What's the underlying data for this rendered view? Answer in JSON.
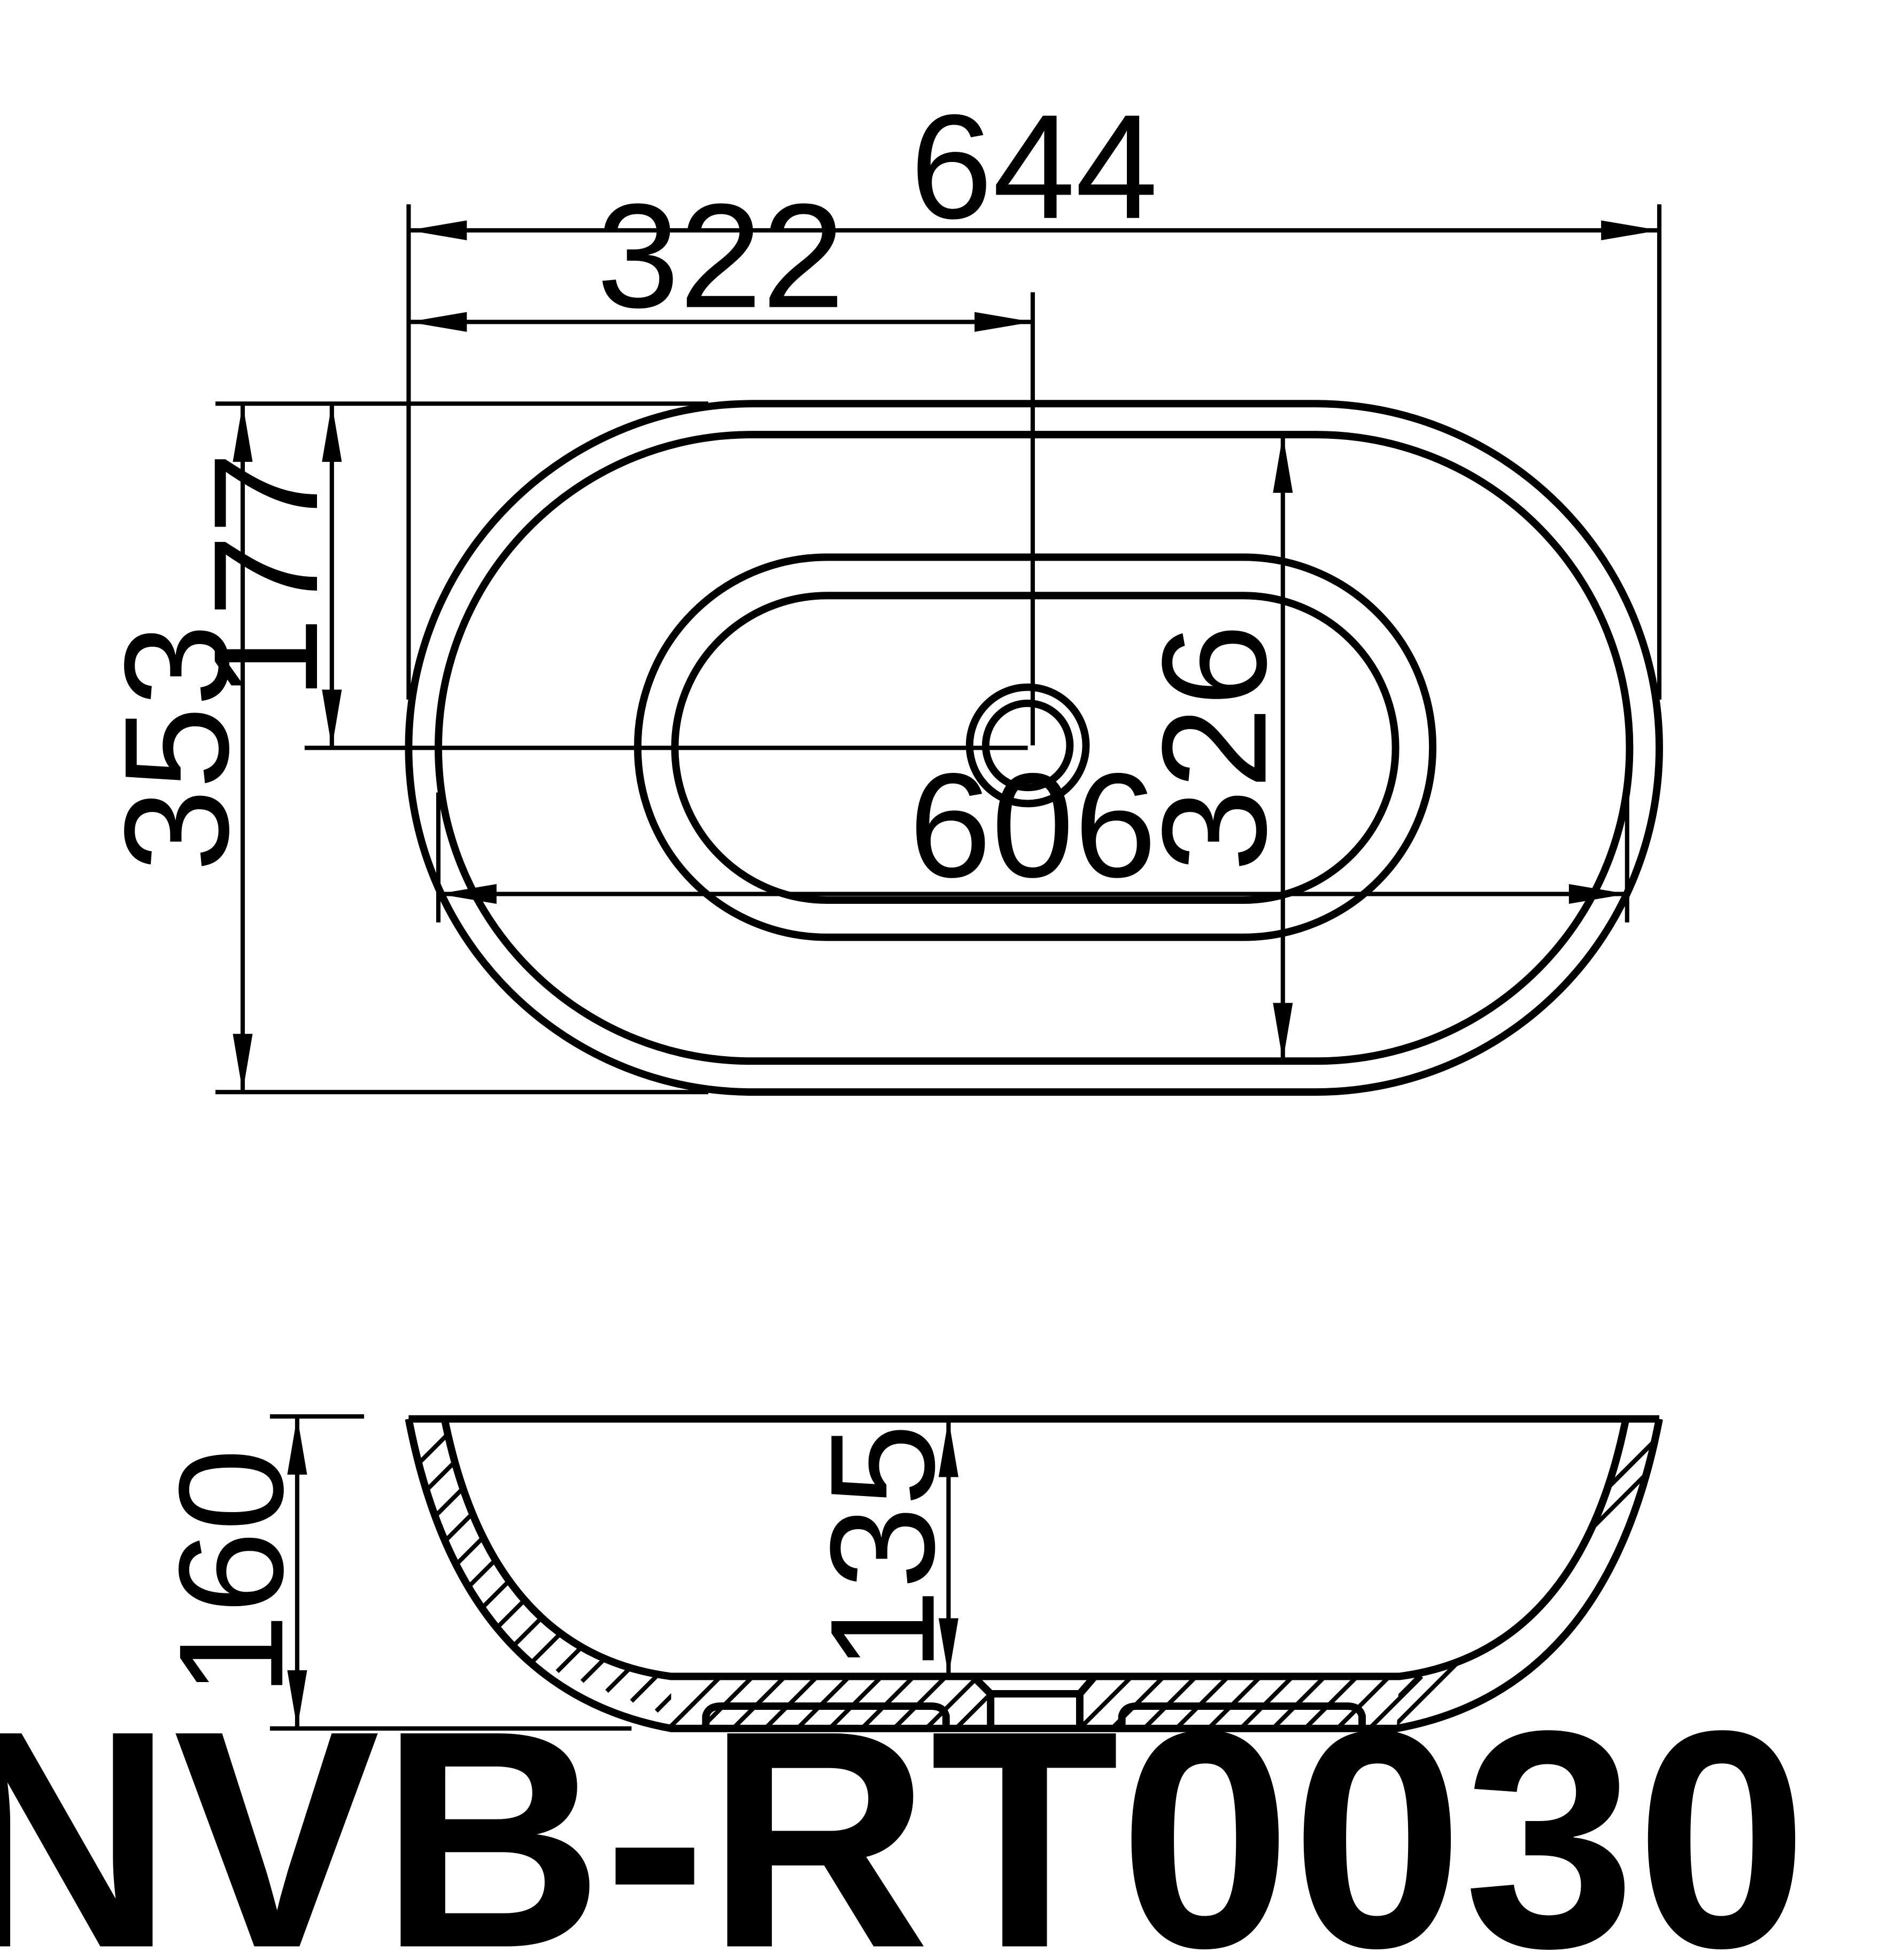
{
  "product": {
    "model_code": "NVB-RT0030"
  },
  "top_view": {
    "dimensions": {
      "overall_length": "644",
      "half_length": "322",
      "overall_width": "353",
      "half_width": "177",
      "inner_width": "326",
      "inner_length": "606"
    }
  },
  "side_view": {
    "dimensions": {
      "overall_height": "160",
      "inner_depth": "135"
    }
  }
}
